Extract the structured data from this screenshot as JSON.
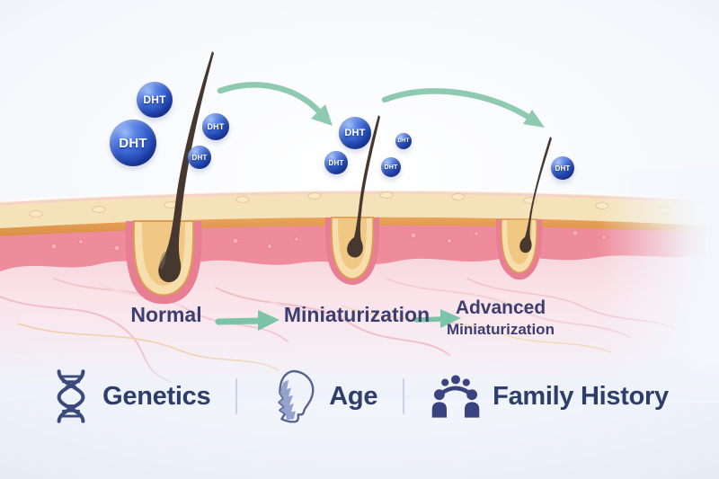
{
  "molecules": {
    "label": "DHT",
    "color": "#2b51bd"
  },
  "stages": [
    {
      "label": "Normal"
    },
    {
      "label": "Miniaturization"
    },
    {
      "label": "Advanced",
      "sublabel": "Miniaturization"
    }
  ],
  "factors": [
    {
      "label": "Genetics",
      "icon": "dna-icon"
    },
    {
      "label": "Age",
      "icon": "aging-head-icon"
    },
    {
      "label": "Family History",
      "icon": "family-icon"
    }
  ],
  "colors": {
    "dht_blue": "#2b51bd",
    "arrow_green": "#8dcab0",
    "stage_text": "#3c3d70",
    "factor_text": "#2e3e6a",
    "epidermis_cream": "#f5e2b9",
    "epidermis_orange": "#e09a50",
    "dermis_pink": "#ef8c9c",
    "hair_brown": "#46382e",
    "background": "#e7ecf7"
  }
}
